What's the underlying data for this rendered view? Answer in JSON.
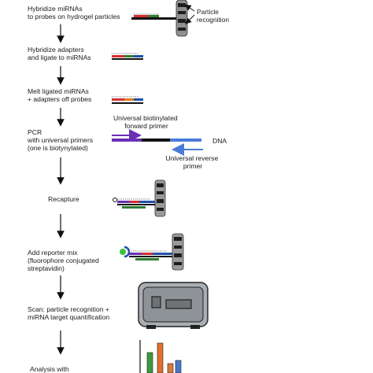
{
  "steps": [
    {
      "lines": [
        "Hybridize miRNAs",
        "to probes on hydrogel particles"
      ]
    },
    {
      "lines": [
        "Hybridize adapters",
        "and ligate to miRNAs"
      ]
    },
    {
      "lines": [
        "Melt ligated miRNAs",
        "+ adapters off probes"
      ]
    },
    {
      "lines": [
        "PCR",
        "with universal primers",
        "(one is biotynylated)"
      ]
    },
    {
      "lines": [
        "Recapture"
      ]
    },
    {
      "lines": [
        "Add reporter mix",
        "(fluorophore conjugated",
        "streptavidin)"
      ]
    },
    {
      "lines": [
        "Scan: particle recognition +",
        "miRNA target quantification"
      ]
    },
    {
      "lines": [
        "Analysis with"
      ]
    }
  ],
  "annotations": {
    "particle_recognition": [
      "Particle",
      "recognition"
    ],
    "forward_primer": [
      "Universal biotinylated",
      "forward primer"
    ],
    "dna": "DNA",
    "reverse_primer": [
      "Universal reverse",
      "primer"
    ]
  },
  "colors": {
    "probe_red": "#d32f2f",
    "probe_green": "#2e7d32",
    "adapter_blue": "#1f4fa8",
    "mirna_orange": "#e07b1f",
    "primer_purple": "#6a2fb3",
    "primer_blue": "#4a7bd8",
    "fluor_green": "#3fbf3f",
    "particle_gray": "#9a9a9a",
    "instrument_gray": "#a9aeb2",
    "bar_green": "#3d9a3d",
    "bar_orange": "#e0702a",
    "bar_blue": "#4a78c8"
  }
}
